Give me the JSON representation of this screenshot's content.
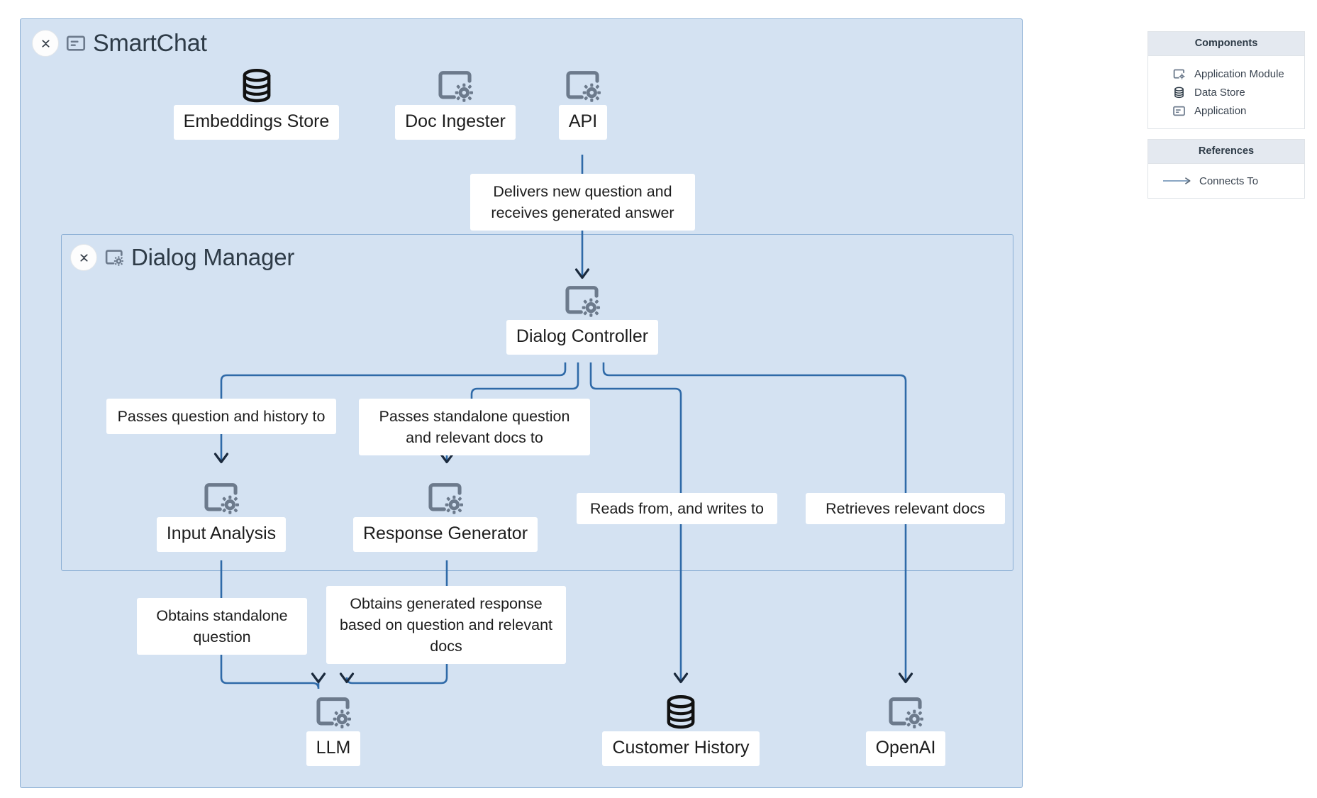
{
  "diagram": {
    "title": "SmartChat",
    "groups": [
      {
        "id": "smartchat",
        "label": "SmartChat",
        "icon": "application-icon",
        "collapse_icon": "collapse-chevrons-icon"
      },
      {
        "id": "dialog-manager",
        "label": "Dialog Manager",
        "icon": "application-module-icon",
        "collapse_icon": "collapse-chevrons-icon"
      }
    ],
    "nodes": [
      {
        "id": "embeddings-store",
        "label": "Embeddings Store",
        "type": "data-store"
      },
      {
        "id": "doc-ingester",
        "label": "Doc Ingester",
        "type": "application-module"
      },
      {
        "id": "api",
        "label": "API",
        "type": "application-module"
      },
      {
        "id": "dialog-controller",
        "label": "Dialog Controller",
        "type": "application-module"
      },
      {
        "id": "input-analysis",
        "label": "Input Analysis",
        "type": "application-module"
      },
      {
        "id": "response-generator",
        "label": "Response Generator",
        "type": "application-module"
      },
      {
        "id": "llm",
        "label": "LLM",
        "type": "application-module"
      },
      {
        "id": "customer-history",
        "label": "Customer History",
        "type": "data-store"
      },
      {
        "id": "openai",
        "label": "OpenAI",
        "type": "application-module"
      }
    ],
    "edge_labels": {
      "api_to_controller": "Delivers new question and receives generated answer",
      "controller_to_input_analysis": "Passes question and history to",
      "controller_to_response_generator": "Passes standalone question and relevant docs to",
      "controller_to_customer_history": "Reads from, and writes to",
      "controller_to_openai": "Retrieves relevant docs",
      "input_analysis_to_llm": "Obtains standalone question",
      "response_generator_to_llm": "Obtains generated response based on question and relevant docs"
    }
  },
  "legend": {
    "components": {
      "title": "Components",
      "items": [
        {
          "label": "Application Module",
          "icon": "application-module-icon"
        },
        {
          "label": "Data Store",
          "icon": "data-store-icon"
        },
        {
          "label": "Application",
          "icon": "application-icon"
        }
      ]
    },
    "references": {
      "title": "References",
      "items": [
        {
          "label": "Connects To",
          "icon": "connects-to-arrow-icon"
        }
      ]
    }
  },
  "colors": {
    "group_fill": "#d4e2f2",
    "group_border": "#8aaed4",
    "edge_stroke": "#2f6aa8",
    "arrow_head": "#1b2a3d",
    "node_label_bg": "#ffffff",
    "module_icon": "#6c7a8c",
    "data_store_icon": "#111111",
    "legend_header_bg": "#e4e9f0"
  }
}
